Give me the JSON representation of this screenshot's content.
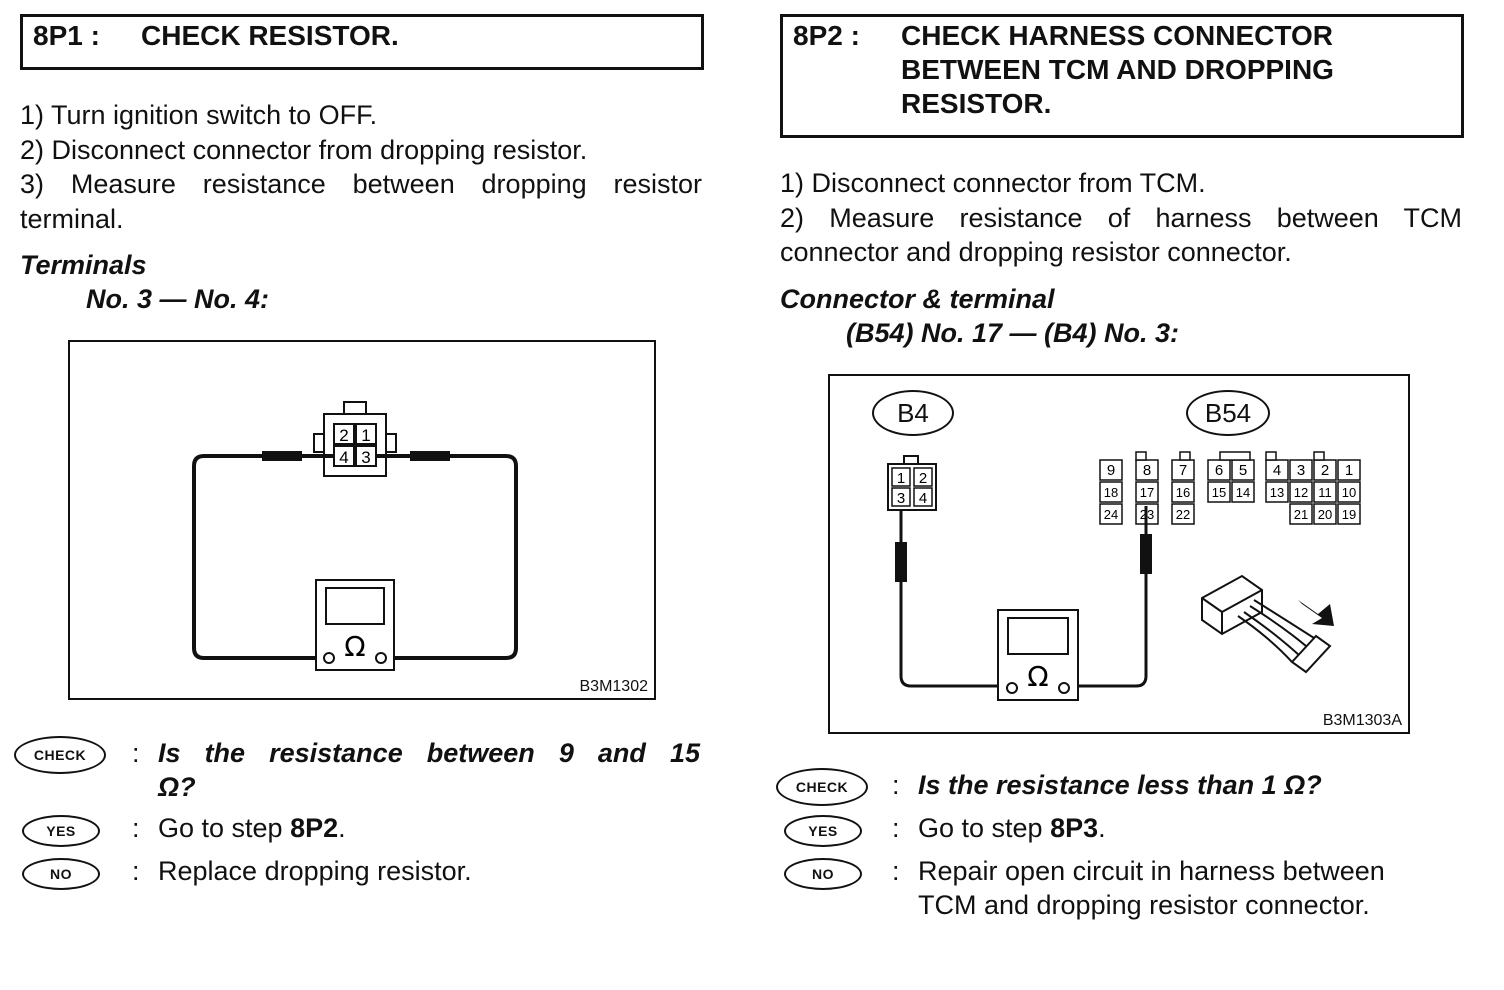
{
  "left": {
    "step_code": "8P1 :",
    "step_title": "CHECK RESISTOR.",
    "instructions": [
      "1)  Turn ignition switch to OFF.",
      "2)  Disconnect connector from dropping resistor.",
      "3)  Measure resistance between dropping resistor",
      "terminal."
    ],
    "sub_label": "Terminals",
    "sub_value": "No. 3 — No. 4:",
    "figure": {
      "id": "B3M1302",
      "pins": [
        "2",
        "1",
        "4",
        "3"
      ],
      "meter_symbol": "Ω"
    },
    "check": {
      "tag": "CHECK",
      "text_line1": "Is the resistance between 9 and 15",
      "text_line2": "Ω?"
    },
    "yes": {
      "tag": "YES",
      "text": "Go to step ",
      "step": "8P2",
      "end": "."
    },
    "no": {
      "tag": "NO",
      "text": "Replace dropping resistor."
    }
  },
  "right": {
    "step_code": "8P2 :",
    "step_title": "CHECK HARNESS CONNECTOR\nBETWEEN TCM AND DROPPING\nRESISTOR.",
    "instructions": [
      "1)  Disconnect connector from TCM.",
      "2)  Measure resistance of harness between TCM",
      "connector and dropping resistor connector."
    ],
    "sub_label": "Connector & terminal",
    "sub_value": "(B54) No. 17 — (B4) No. 3:",
    "figure": {
      "id": "B3M1303A",
      "b4_label": "B4",
      "b54_label": "B54",
      "b4_pins": [
        "1",
        "2",
        "3",
        "4"
      ],
      "b54_row1": [
        "9",
        "8",
        "7",
        "6",
        "5",
        "4",
        "3",
        "2",
        "1"
      ],
      "b54_row2": [
        "18",
        "17",
        "16",
        "15",
        "14",
        "13",
        "12",
        "11",
        "10"
      ],
      "b54_row3": [
        "24",
        "23",
        "22",
        "21",
        "20",
        "19"
      ],
      "meter_symbol": "Ω"
    },
    "check": {
      "tag": "CHECK",
      "text_line1": "Is the resistance less than 1 Ω?"
    },
    "yes": {
      "tag": "YES",
      "text": "Go to step ",
      "step": "8P3",
      "end": "."
    },
    "no": {
      "tag": "NO",
      "text_line1": "Repair open circuit in harness between",
      "text_line2": "TCM and dropping resistor connector."
    }
  }
}
